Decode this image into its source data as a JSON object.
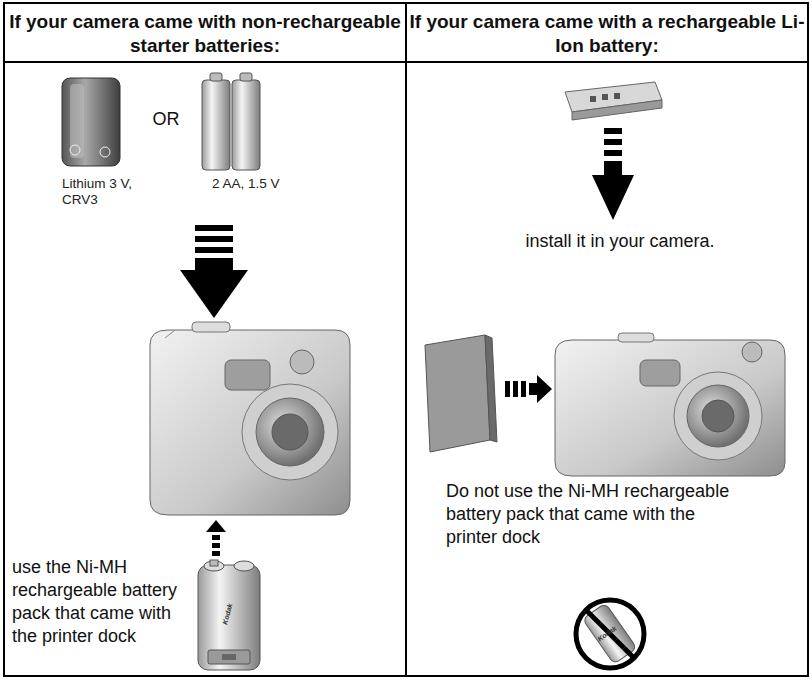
{
  "diagram": {
    "labels": [
      "If your camera came with non-rechargeable starter batteries:",
      "If your camera came with a rechargeable Li-Ion battery:",
      "OR",
      "Lithium 3 V, CRV3",
      "2 AA, 1.5 V",
      "use the Ni-MH rechargeable battery pack that came with the printer dock",
      "install it in your camera.",
      "Do not use the Ni-MH rechargeable battery pack that came with the printer dock",
      "Kodak",
      "Kodak"
    ]
  }
}
